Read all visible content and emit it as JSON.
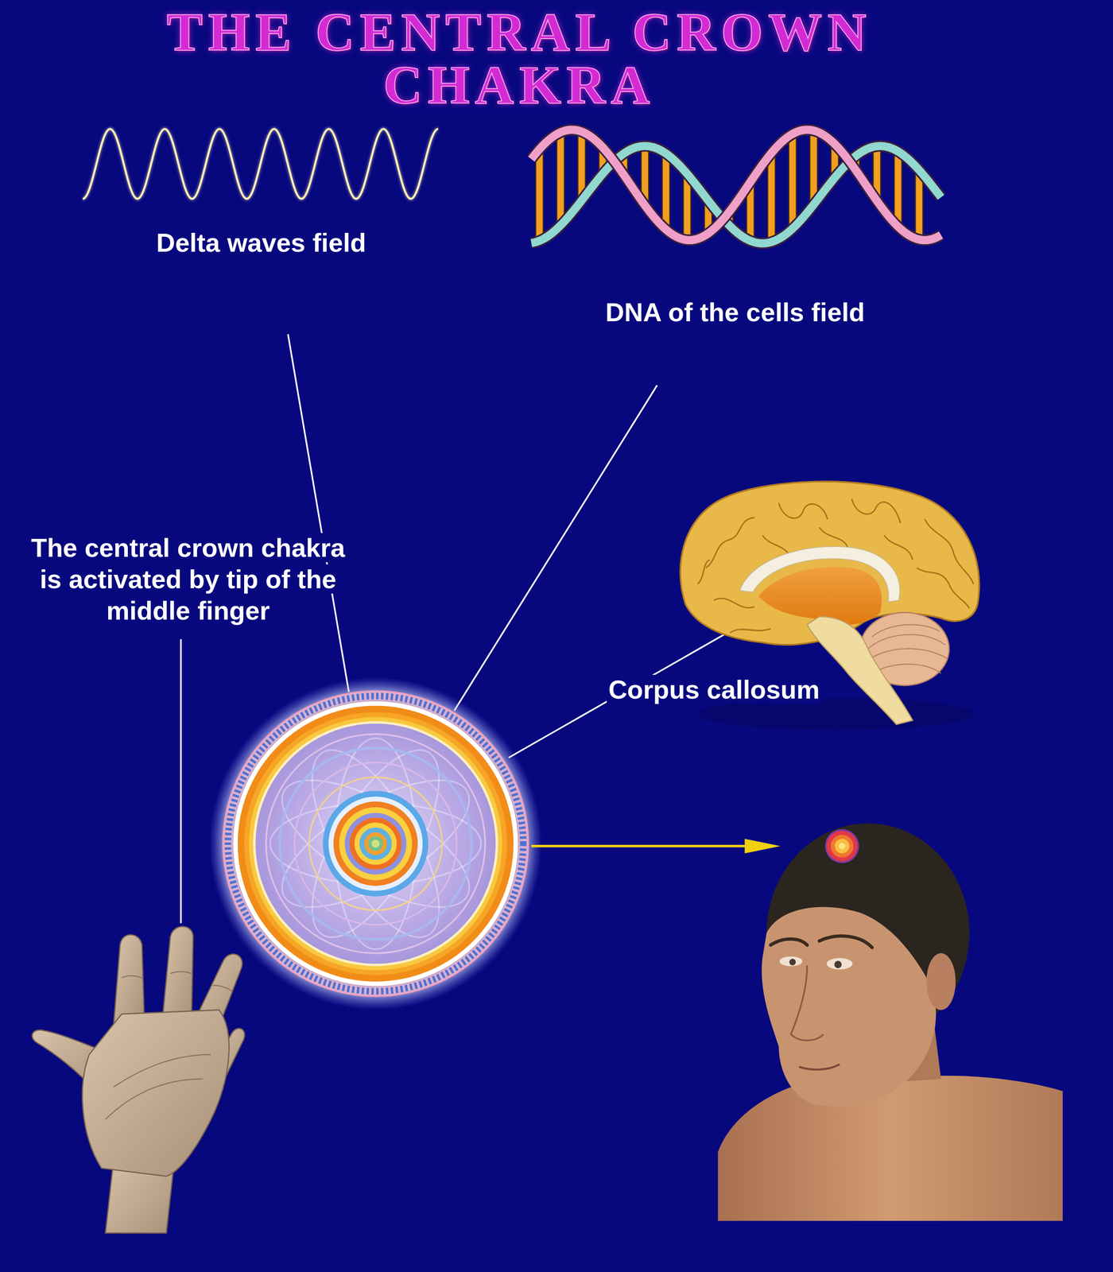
{
  "diagram": {
    "title": "THE CENTRAL CROWN CHAKRA",
    "labels": [
      "Delta waves field",
      "DNA of the cells field",
      "The central crown chakra is activated by tip of the middle finger",
      "Corpus callosum"
    ]
  }
}
